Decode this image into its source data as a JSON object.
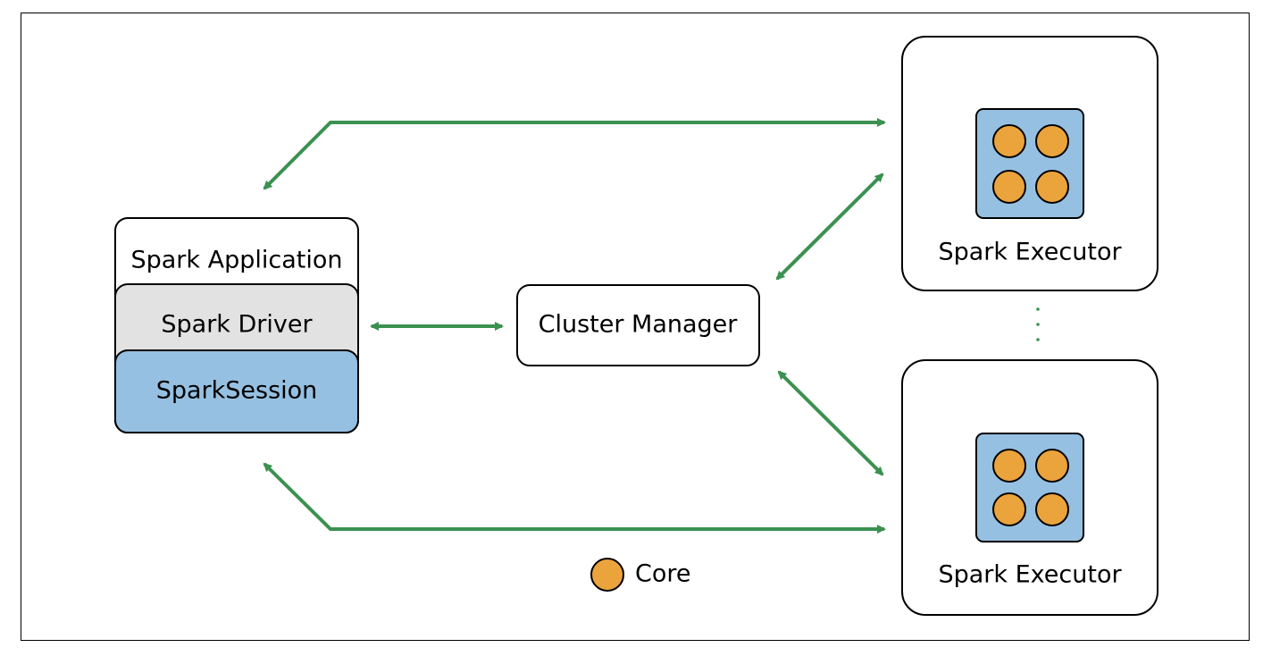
{
  "diagram": {
    "app_layers": {
      "application": "Spark Application",
      "driver": "Spark Driver",
      "session": "SparkSession"
    },
    "cluster_manager": "Cluster Manager",
    "executors": [
      {
        "label": "Spark Executor",
        "cores": 4
      },
      {
        "label": "Spark Executor",
        "cores": 4
      }
    ],
    "legend": {
      "core": "Core"
    },
    "colors": {
      "arrow": "#3b9150",
      "core_fill": "#eba33c",
      "core_box": "#96c0e1",
      "driver_fill": "#e2e2e2",
      "session_fill": "#96c0e1"
    }
  }
}
